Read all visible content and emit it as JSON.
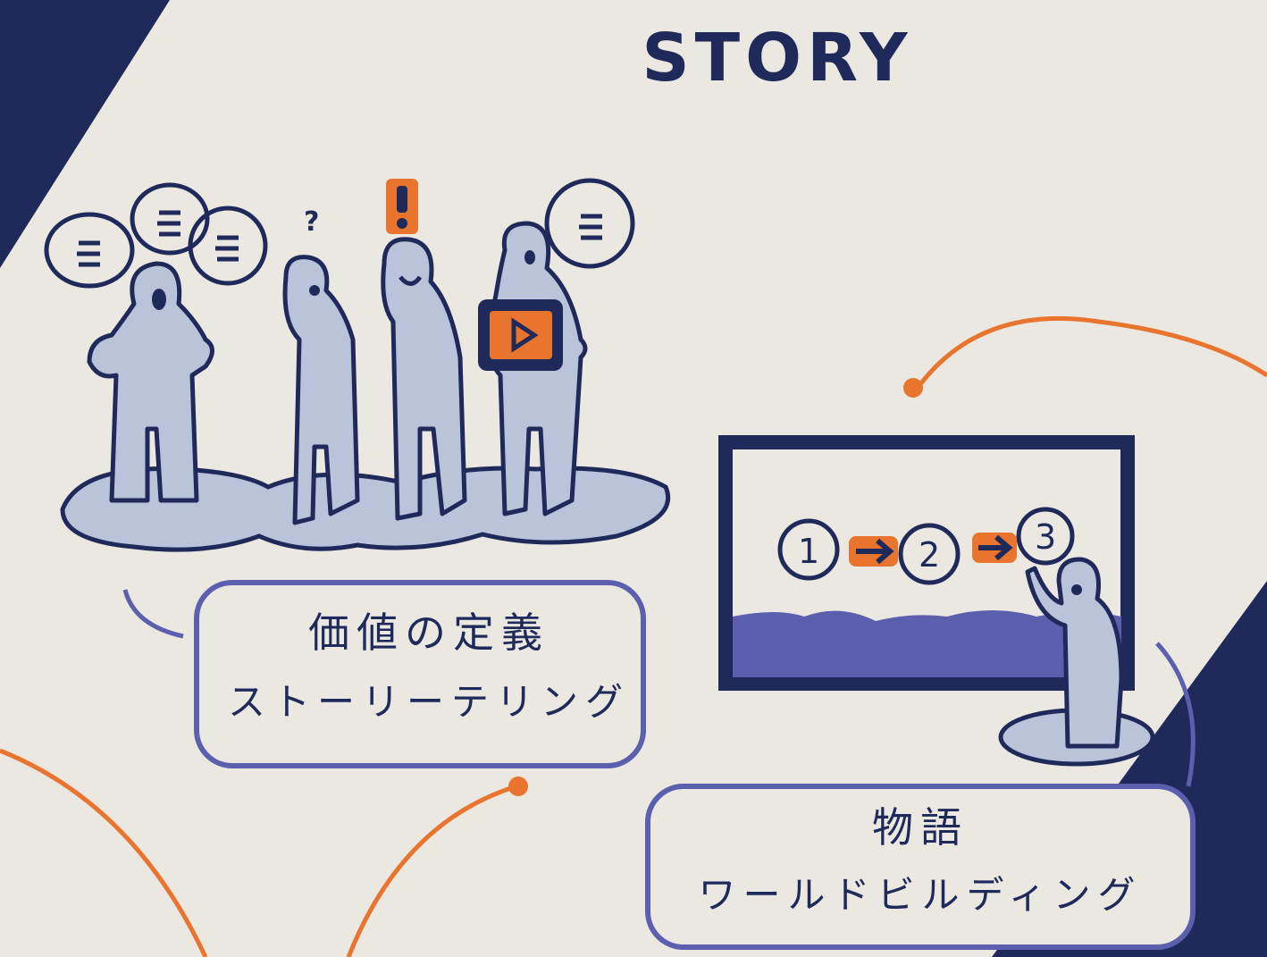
{
  "title": "STORY",
  "boxes": [
    {
      "line1": "価値の定義",
      "line2": "ストーリーテリング"
    },
    {
      "line1": "物語",
      "line2": "ワールドビルディング"
    }
  ],
  "steps": [
    "1",
    "2",
    "3"
  ],
  "symbols": {
    "question": "?",
    "exclaim": "!"
  },
  "icons": [
    "speech-bubble-icon",
    "play-button-icon",
    "tablet-icon",
    "arrow-right-icon",
    "screen-icon"
  ],
  "colors": {
    "navy": "#1f2a5a",
    "orange": "#e8742e",
    "figure": "#b9c3da",
    "background": "#ebe7e1",
    "lavender": "#5c5fae"
  }
}
